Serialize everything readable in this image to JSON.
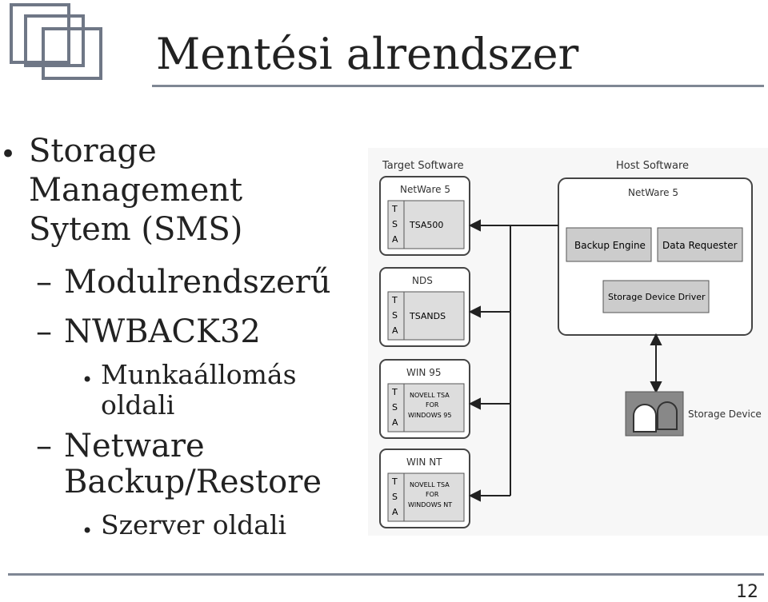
{
  "slide": {
    "title": "Mentési alrendszer",
    "page_number": "12",
    "bullets": {
      "b1_line1": "Storage",
      "b1_line2": "Management",
      "b1_line3": "Sytem (SMS)",
      "b1_1": "Modulrendszerű",
      "b1_2": "NWBACK32",
      "b1_2_1_line1": "Munkaállomás",
      "b1_2_1_line2": "oldali",
      "b1_3_line1": "Netware",
      "b1_3_line2": "Backup/Restore",
      "b1_3_1": "Szerver oldali"
    },
    "markers": {
      "bullet": "•",
      "dash": "–"
    }
  },
  "diagram": {
    "target_header": "Target Software",
    "host_header": "Host Software",
    "targets": [
      {
        "title": "NetWare 5",
        "tsa_letters": [
          "T",
          "S",
          "A"
        ],
        "label": [
          "TSA500"
        ]
      },
      {
        "title": "NDS",
        "tsa_letters": [
          "T",
          "S",
          "A"
        ],
        "label": [
          "TSANDS"
        ]
      },
      {
        "title": "WIN 95",
        "tsa_letters": [
          "T",
          "S",
          "A"
        ],
        "label": [
          "NOVELL TSA",
          "FOR",
          "WINDOWS 95"
        ]
      },
      {
        "title": "WIN NT",
        "tsa_letters": [
          "T",
          "S",
          "A"
        ],
        "label": [
          "NOVELL TSA",
          "FOR",
          "WINDOWS NT"
        ]
      }
    ],
    "host": {
      "title": "NetWare 5",
      "backup_engine": "Backup Engine",
      "data_requester": "Data Requester",
      "storage_driver": "Storage Device Driver"
    },
    "storage_device": "Storage Device",
    "colors": {
      "accent_line": "#7f8794",
      "box_fill": "#e4e4e4",
      "inner_box": "#c8c8c8"
    }
  }
}
